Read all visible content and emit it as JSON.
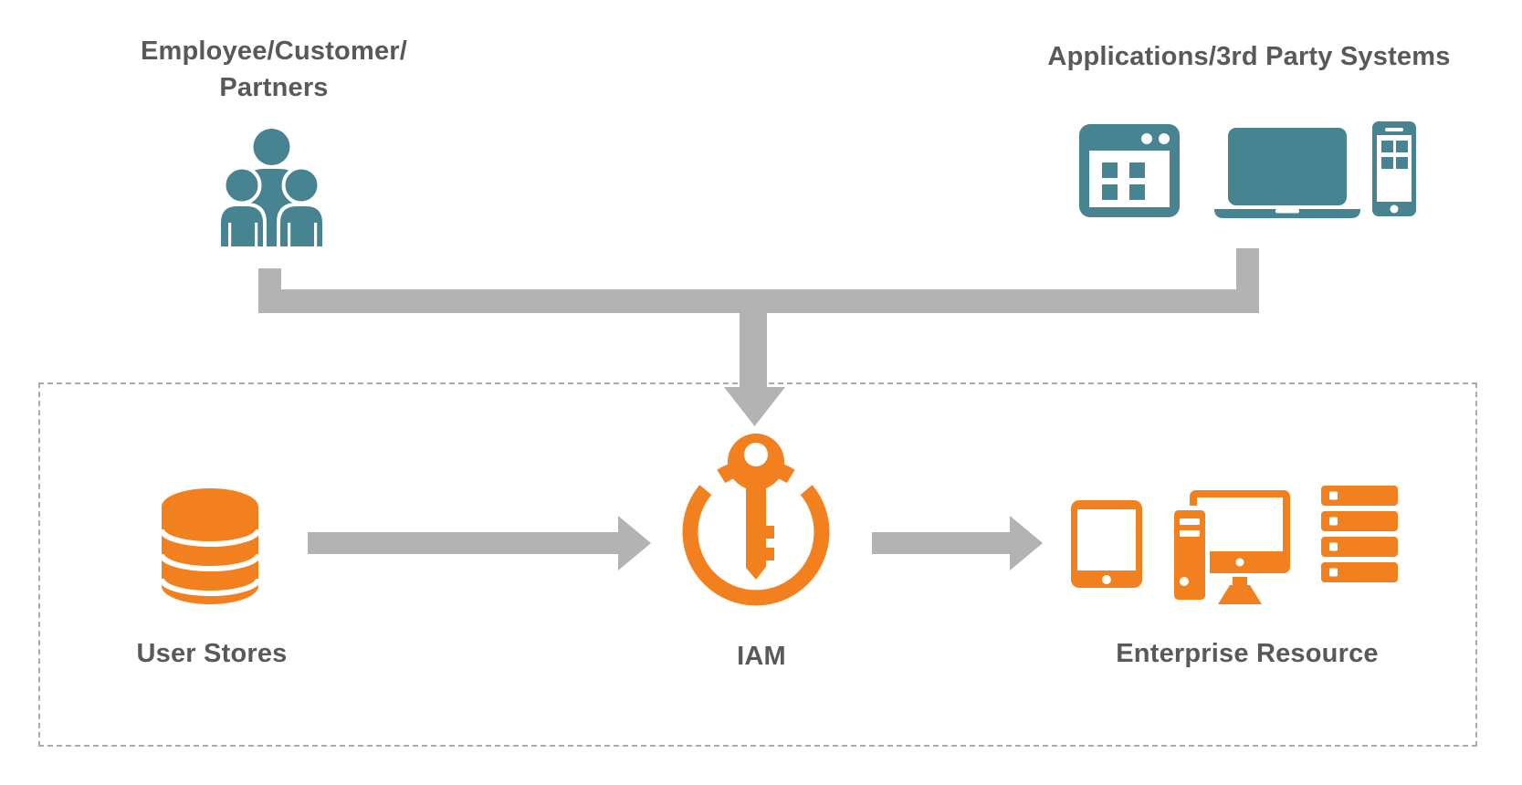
{
  "diagram": {
    "type": "iam-architecture-diagram",
    "colors": {
      "teal": "#478391",
      "orange": "#F2801E",
      "connector_gray": "#B3B3B3",
      "dashed_border": "#ABABAB",
      "text": "#58595B",
      "background": "#FFFFFF"
    },
    "external": {
      "users": {
        "title_line1": "Employee/Customer/",
        "title_line2": "Partners",
        "icon": "people-group-icon"
      },
      "applications": {
        "title": "Applications/3rd Party Systems",
        "icons": [
          "app-window-icon",
          "laptop-icon",
          "smartphone-icon"
        ]
      }
    },
    "iam_zone": {
      "user_stores": {
        "label": "User Stores",
        "icon": "database-icon"
      },
      "iam": {
        "label": "IAM",
        "icon": "key-in-circle-icon"
      },
      "enterprise_resource": {
        "label": "Enterprise Resource",
        "icons": [
          "tablet-icon",
          "desktop-computer-icon",
          "server-rack-icon"
        ]
      }
    },
    "connections": [
      "users -> iam",
      "applications -> iam",
      "user_stores -> iam",
      "iam -> enterprise_resource"
    ]
  }
}
